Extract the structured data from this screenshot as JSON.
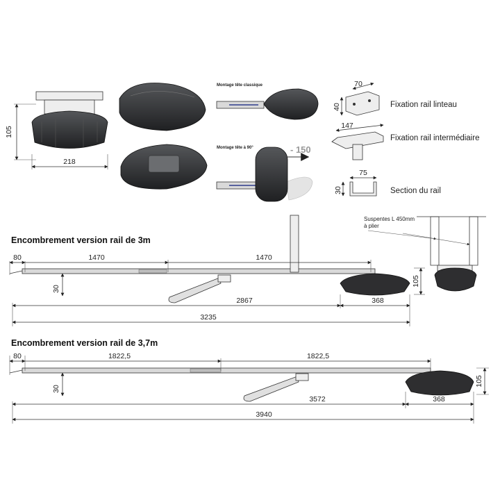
{
  "top_views": {
    "height_dim": "105",
    "width_dim": "218",
    "classic_caption": "Montage tête classique",
    "rotated_caption": "Montage tête à 90°",
    "rotated_offset": "- 150"
  },
  "parts": {
    "lintel_fixing": {
      "label": "Fixation rail linteau",
      "dim_w": "70",
      "dim_h": "40"
    },
    "mid_fixing": {
      "label": "Fixation rail intermédiaire",
      "dim_w": "147"
    },
    "rail_section": {
      "label": "Section du rail",
      "dim_w": "75",
      "dim_h": "30"
    }
  },
  "hanger": {
    "note_line1": "Suspentes L 450mm",
    "note_line2": "à plier"
  },
  "rail_3m": {
    "title": "Encombrement version rail de 3m",
    "d_front": "80",
    "d_seg1": "1470",
    "d_seg2": "1470",
    "d_height": "30",
    "d_travel": "2867",
    "d_head": "368",
    "d_total": "3235",
    "d_head_h": "105"
  },
  "rail_37m": {
    "title": "Encombrement version rail de 3,7m",
    "d_front": "80",
    "d_seg1": "1822,5",
    "d_seg2": "1822,5",
    "d_height": "30",
    "d_travel": "3572",
    "d_head": "368",
    "d_total": "3940",
    "d_head_h": "105"
  },
  "colors": {
    "motor": "#2e2e30",
    "rail": "#d9d9d9",
    "line": "#333333"
  }
}
